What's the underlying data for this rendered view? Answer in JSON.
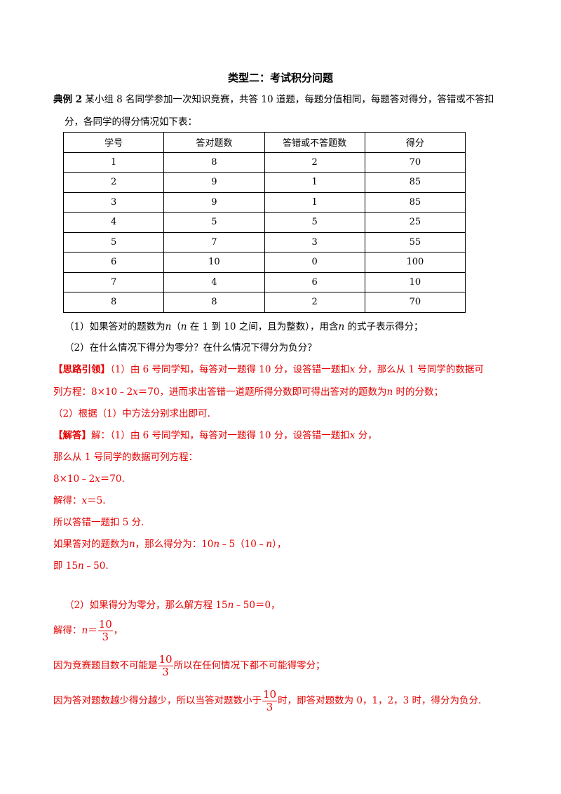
{
  "title": "类型二：考试积分问题",
  "problem": {
    "label": "典例 2",
    "text_line1": "某小组 8 名同学参加一次知识竞赛，共答 10 道题，每题分值相同，每题答对得分，答错或不答扣",
    "text_line2": "分，各同学的得分情况如下表："
  },
  "table": {
    "headers": [
      "学号",
      "答对题数",
      "答错或不答题数",
      "得分"
    ],
    "rows": [
      [
        "1",
        "8",
        "2",
        "70"
      ],
      [
        "2",
        "9",
        "1",
        "85"
      ],
      [
        "3",
        "9",
        "1",
        "85"
      ],
      [
        "4",
        "5",
        "5",
        "25"
      ],
      [
        "5",
        "7",
        "3",
        "55"
      ],
      [
        "6",
        "10",
        "0",
        "100"
      ],
      [
        "7",
        "4",
        "6",
        "10"
      ],
      [
        "8",
        "8",
        "2",
        "70"
      ]
    ]
  },
  "questions": {
    "q1_a": "（1）如果答对的题数为",
    "q1_n": "n",
    "q1_b": "（",
    "q1_n2": "n",
    "q1_c": " 在 1 到 10 之间，且为整数），用含",
    "q1_n3": "n",
    "q1_d": " 的式子表示得分；",
    "q2": "（2）在什么情况下得分为零分？在什么情况下得分为负分？"
  },
  "hint": {
    "label": "【思路引领】",
    "line1_a": "（1）由 6 号同学知，每答对一题得 10 分，设答错一题扣",
    "line1_x": "x",
    "line1_b": " 分，那么从 1 号同学的数据可",
    "line2_a": "列方程：8×10﹣2",
    "line2_x": "x",
    "line2_b": "＝70，进而求出答错一道题所得分数即可得出答对的题数为",
    "line2_n": "n",
    "line2_c": " 时的分数；",
    "line3": "（2）根据（1）中方法分别求出即可."
  },
  "answer": {
    "label": "【解答】",
    "line1_a": "解：（1）由 6 号同学知，每答对一题得 10 分，设答错一题扣",
    "line1_x": "x",
    "line1_b": " 分，",
    "line2": "那么从 1 号同学的数据可列方程：",
    "line3_a": "8×10﹣2",
    "line3_x": "x",
    "line3_b": "＝70.",
    "line4_a": "解得：",
    "line4_x": "x",
    "line4_b": "＝5.",
    "line5": "所以答错一题扣 5 分.",
    "line6_a": "如果答对的题数为",
    "line6_n": "n",
    "line6_b": "，那么得分为：10",
    "line6_n2": "n",
    "line6_c": "﹣5（10﹣",
    "line6_n3": "n",
    "line6_d": "），",
    "line7_a": "即 15",
    "line7_n": "n",
    "line7_b": "﹣50.",
    "line8_a": "（2）如果得分为零分，那么解方程 15",
    "line8_n": "n",
    "line8_b": "﹣50＝0，",
    "line9_a": "解得：",
    "line9_n": "n",
    "line9_b": "＝",
    "line9_end": "，",
    "frac_num": "10",
    "frac_den": "3",
    "line10_a": "因为竞赛题目数不可能是",
    "line10_b": "所以在任何情况下都不可能得零分；",
    "line11_a": "因为答对题数越少得分越少，所以当答对题数小于",
    "line11_b": "时，即答对题数为 0，1，2，3 时，得分为负分."
  }
}
